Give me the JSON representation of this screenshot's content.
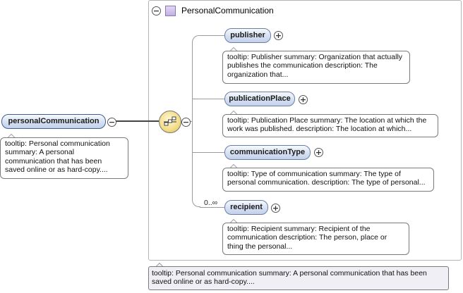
{
  "root": {
    "label": "personalCommunication",
    "tooltip": "tooltip: Personal communication summary: A personal communication that has been saved online or as hard-copy...."
  },
  "type": {
    "label": "PersonalCommunication",
    "icon": "complex-type-icon",
    "tooltip": "tooltip: Personal communication summary: A personal communication that has been saved online or as hard-copy...."
  },
  "compositor": {
    "icon": "sequence-compositor-icon"
  },
  "children": [
    {
      "label": "publisher",
      "tooltip": "tooltip: Publisher summary: Organization that actually publishes the communication description: The organization that..."
    },
    {
      "label": "publicationPlace",
      "tooltip": "tooltip: Publication Place summary: The location at which the work was published. description: The location at which..."
    },
    {
      "label": "communicationType",
      "tooltip": "tooltip: Type of communication summary: The type of personal communication. description: The type of personal..."
    },
    {
      "label": "recipient",
      "cardinality": "0..∞",
      "tooltip": "tooltip: Recipient summary: Recipient of the communication description: The person, place or thing the personal..."
    }
  ],
  "symbols": {
    "collapse": "−",
    "expand": "+"
  }
}
